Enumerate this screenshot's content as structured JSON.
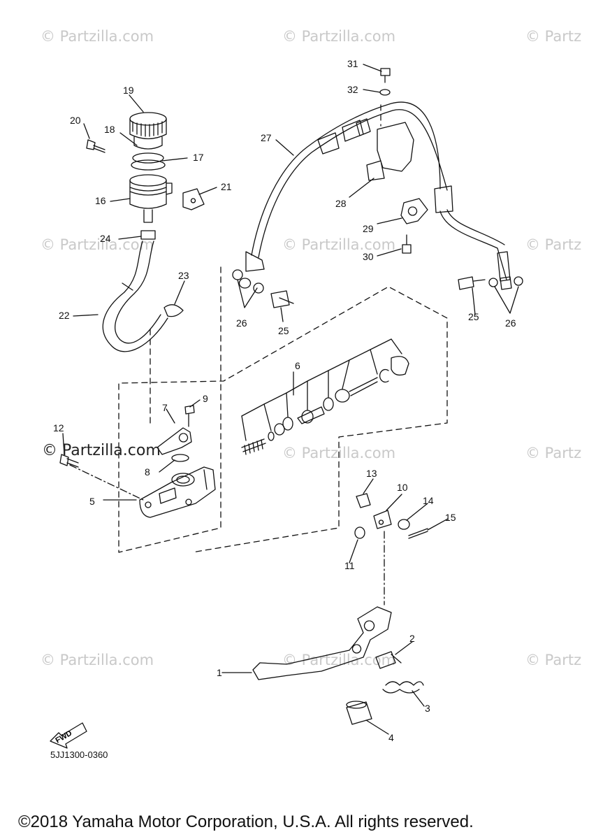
{
  "watermark": {
    "text": "© Partzilla.com",
    "short": "© Partz"
  },
  "brand_logo": "© Partzilla.com",
  "diagram_code": "5JJ1300-0360",
  "fwd_label": "FWD",
  "copyright": "©2018 Yamaha Motor Corporation, U.S.A. All rights reserved.",
  "callouts": {
    "c1": "1",
    "c2": "2",
    "c3": "3",
    "c4": "4",
    "c5": "5",
    "c6": "6",
    "c7": "7",
    "c8": "8",
    "c9": "9",
    "c10": "10",
    "c11": "11",
    "c12": "12",
    "c13": "13",
    "c14": "14",
    "c15": "15",
    "c16": "16",
    "c17": "17",
    "c18": "18",
    "c19": "19",
    "c20": "20",
    "c21": "21",
    "c22": "22",
    "c23": "23",
    "c24": "24",
    "c25a": "25",
    "c25b": "25",
    "c26a": "26",
    "c26b": "26",
    "c27": "27",
    "c28": "28",
    "c29": "29",
    "c30": "30",
    "c31": "31",
    "c32": "32"
  }
}
